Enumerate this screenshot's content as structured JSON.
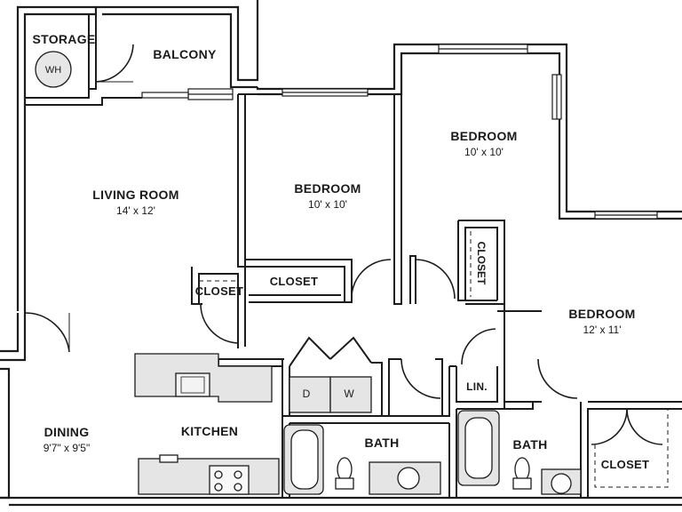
{
  "rooms": {
    "storage": {
      "name": "STORAGE"
    },
    "water_heater": {
      "name": "WH"
    },
    "balcony": {
      "name": "BALCONY"
    },
    "living_room": {
      "name": "LIVING ROOM",
      "dims": "14' x 12'"
    },
    "bedroom_1": {
      "name": "BEDROOM",
      "dims": "10' x 10'"
    },
    "bedroom_2": {
      "name": "BEDROOM",
      "dims": "10' x 10'"
    },
    "bedroom_3": {
      "name": "BEDROOM",
      "dims": "12' x 11'"
    },
    "closet_living": {
      "name": "CLOSET"
    },
    "closet_bedroom_1": {
      "name": "CLOSET"
    },
    "closet_bedroom_2": {
      "name": "CLOSET"
    },
    "closet_bedroom_3": {
      "name": "CLOSET"
    },
    "linen": {
      "name": "LIN."
    },
    "dining": {
      "name": "DINING",
      "dims": "9'7\" x 9'5\""
    },
    "kitchen": {
      "name": "KITCHEN"
    },
    "bath_1": {
      "name": "BATH"
    },
    "bath_2": {
      "name": "BATH"
    }
  },
  "appliances": {
    "dryer": "D",
    "washer": "W"
  }
}
